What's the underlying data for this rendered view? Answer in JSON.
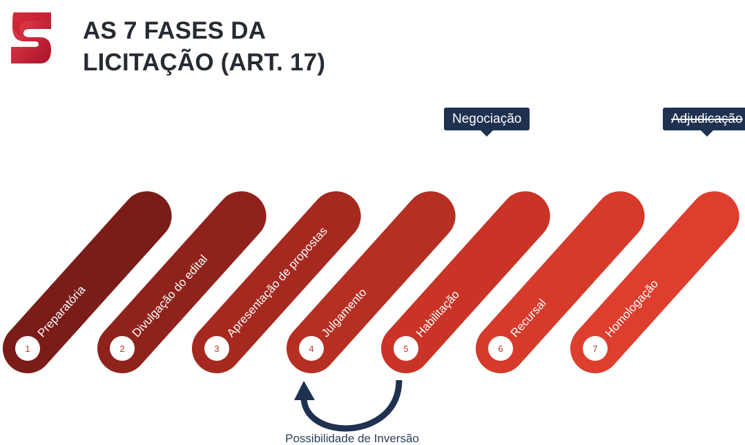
{
  "header": {
    "title_line1": "AS 7 FASES DA",
    "title_line2": "LICITAÇÃO (ART. 17)"
  },
  "callouts": {
    "negociacao": "Negociação",
    "adjudicacao": "Adjudicação"
  },
  "phases": [
    {
      "number": "1",
      "label": "Preparatória",
      "color": "#7a1c18"
    },
    {
      "number": "2",
      "label": "Divulgação do edital",
      "color": "#8f231c"
    },
    {
      "number": "3",
      "label": "Apresentação de propostas",
      "color": "#a5291f"
    },
    {
      "number": "4",
      "label": "Julgamento",
      "color": "#b52f23"
    },
    {
      "number": "5",
      "label": "Habilitação",
      "color": "#c93426"
    },
    {
      "number": "6",
      "label": "Recursal",
      "color": "#d63a2b"
    },
    {
      "number": "7",
      "label": "Homologação",
      "color": "#de3e2e"
    }
  ],
  "inversion": {
    "label": "Possibilidade de Inversão",
    "color": "#1f3150"
  },
  "logo_icon": "s-logo-icon"
}
